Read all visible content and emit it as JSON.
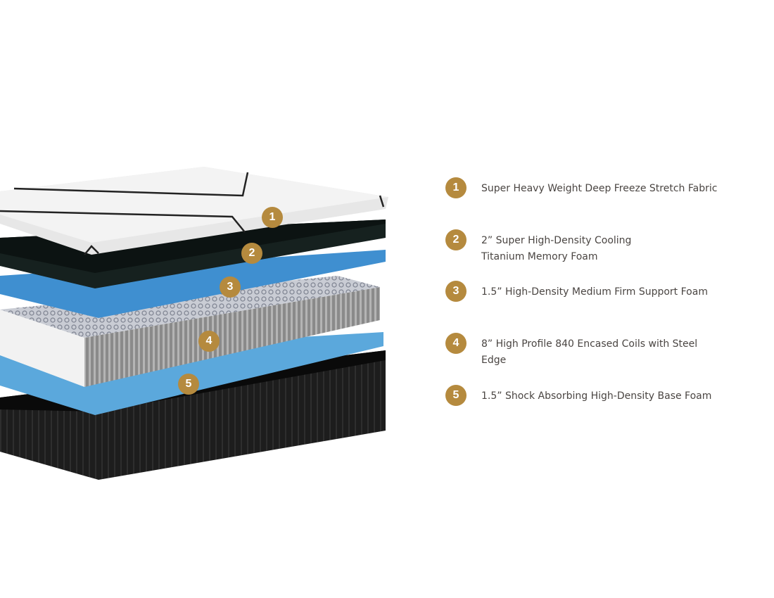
{
  "colors": {
    "badge": "#b58a3e",
    "text": "#4a4542",
    "blue": "#3f8fd0",
    "light_blue": "#5ba8dc",
    "dark": "#16211f"
  },
  "layers": [
    {
      "number": "1",
      "label": "Super Heavy Weight Deep Freeze Stretch Fabric"
    },
    {
      "number": "2",
      "label": "2” Super High-Density Cooling Titanium Memory Foam"
    },
    {
      "number": "3",
      "label": "1.5” High-Density Medium Firm Support Foam"
    },
    {
      "number": "4",
      "label": "8” High Profile 840 Encased Coils with Steel Edge"
    },
    {
      "number": "5",
      "label": "1.5” Shock Absorbing High-Density Base Foam"
    }
  ]
}
